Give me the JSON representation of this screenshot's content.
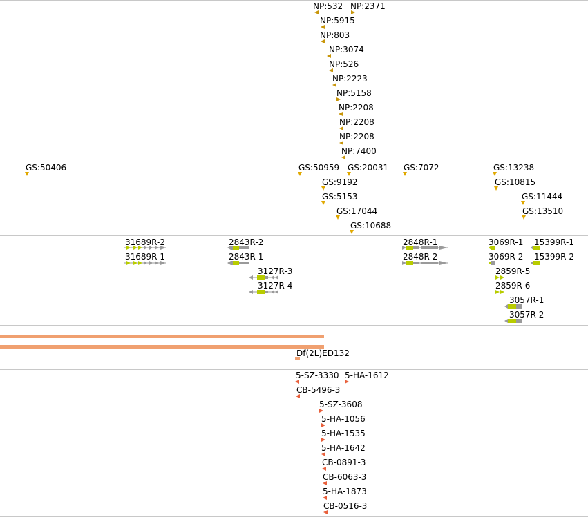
{
  "colors": {
    "np_marker": "#c8960a",
    "gs_marker": "#e0a800",
    "gene_grey": "#9a9a9a",
    "gene_green": "#b8cc00",
    "df_bar": "#f0a070",
    "ins_marker": "#e8603c",
    "separator": "#c8c8c8"
  },
  "tracks": {
    "np": [
      {
        "label": "NP:532"
      },
      {
        "label": "NP:2371"
      },
      {
        "label": "NP:5915"
      },
      {
        "label": "NP:803"
      },
      {
        "label": "NP:3074"
      },
      {
        "label": "NP:526"
      },
      {
        "label": "NP:2223"
      },
      {
        "label": "NP:5158"
      },
      {
        "label": "NP:2208"
      },
      {
        "label": "NP:2208"
      },
      {
        "label": "NP:2208"
      },
      {
        "label": "NP:7400"
      }
    ],
    "gs": [
      {
        "label": "GS:50406"
      },
      {
        "label": "GS:50959"
      },
      {
        "label": "GS:20031"
      },
      {
        "label": "GS:7072"
      },
      {
        "label": "GS:13238"
      },
      {
        "label": "GS:9192"
      },
      {
        "label": "GS:10815"
      },
      {
        "label": "GS:5153"
      },
      {
        "label": "GS:11444"
      },
      {
        "label": "GS:17044"
      },
      {
        "label": "GS:13510"
      },
      {
        "label": "GS:10688"
      }
    ],
    "genes": [
      {
        "label": "31689R-2"
      },
      {
        "label": "31689R-1"
      },
      {
        "label": "2843R-2"
      },
      {
        "label": "2843R-1"
      },
      {
        "label": "3127R-3"
      },
      {
        "label": "3127R-4"
      },
      {
        "label": "2848R-1"
      },
      {
        "label": "2848R-2"
      },
      {
        "label": "3069R-1"
      },
      {
        "label": "15399R-1"
      },
      {
        "label": "3069R-2"
      },
      {
        "label": "15399R-2"
      },
      {
        "label": "2859R-5"
      },
      {
        "label": "2859R-6"
      },
      {
        "label": "3057R-1"
      },
      {
        "label": "3057R-2"
      }
    ],
    "deficiency": {
      "label": "Df(2L)ED132"
    },
    "insertions": [
      {
        "label": "5-SZ-3330"
      },
      {
        "label": "5-HA-1612"
      },
      {
        "label": "CB-5496-3"
      },
      {
        "label": "5-SZ-3608"
      },
      {
        "label": "5-HA-1056"
      },
      {
        "label": "5-HA-1535"
      },
      {
        "label": "5-HA-1642"
      },
      {
        "label": "CB-0891-3"
      },
      {
        "label": "CB-6063-3"
      },
      {
        "label": "5-HA-1873"
      },
      {
        "label": "CB-0516-3"
      }
    ]
  }
}
